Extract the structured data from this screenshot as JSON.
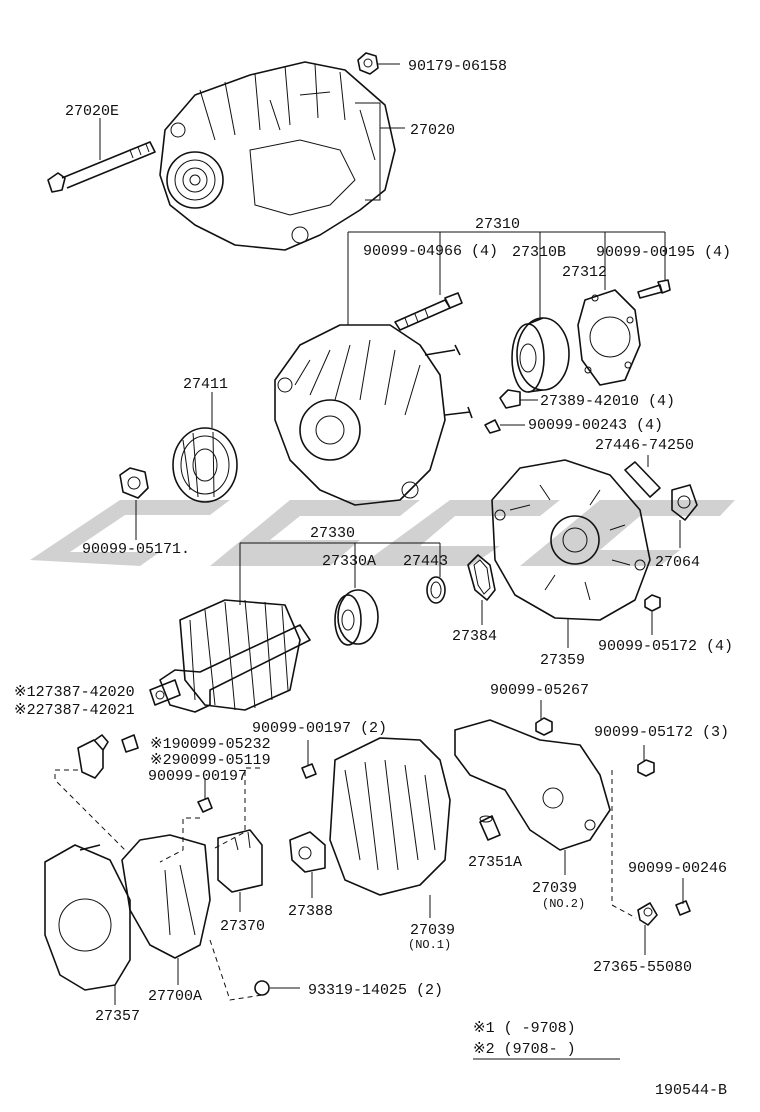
{
  "diagram_id": "190544-B",
  "legend": {
    "mark1": "※1 (      -9708)",
    "mark2": "※2 (9708-      )"
  },
  "labels": {
    "p_90179_06158": "90179-06158",
    "p_27020E": "27020E",
    "p_27020": "27020",
    "p_27310": "27310",
    "p_90099_04966": "90099-04966 (4)",
    "p_27310B": "27310B",
    "p_90099_00195": "90099-00195 (4)",
    "p_27312": "27312",
    "p_27411": "27411",
    "p_27389_42010": "27389-42010 (4)",
    "p_90099_00243": "90099-00243 (4)",
    "p_27446_74250": "27446-74250",
    "p_90099_05171": "90099-05171.",
    "p_27064": "27064",
    "p_27330": "27330",
    "p_27330A": "27330A",
    "p_27443": "27443",
    "p_27384": "27384",
    "p_90099_05172_4": "90099-05172 (4)",
    "p_27359": "27359",
    "p_27387_42020": "※127387-42020",
    "p_27387_42021": "※227387-42021",
    "p_90099_05267": "90099-05267",
    "p_90099_00197_2": "90099-00197 (2)",
    "p_90099_05232": "※190099-05232",
    "p_90099_05119": "※290099-05119",
    "p_90099_05172_3": "90099-05172 (3)",
    "p_90099_00197": "90099-00197",
    "p_27351A": "27351A",
    "p_27039_no2": "27039",
    "p_no2": "(NO.2)",
    "p_90099_00246": "90099-00246",
    "p_27370": "27370",
    "p_27388": "27388",
    "p_27039_no1": "27039",
    "p_no1": "(NO.1)",
    "p_27365_55080": "27365-55080",
    "p_27357": "27357",
    "p_27700A": "27700A",
    "p_93319_14025": "93319-14025 (2)"
  }
}
